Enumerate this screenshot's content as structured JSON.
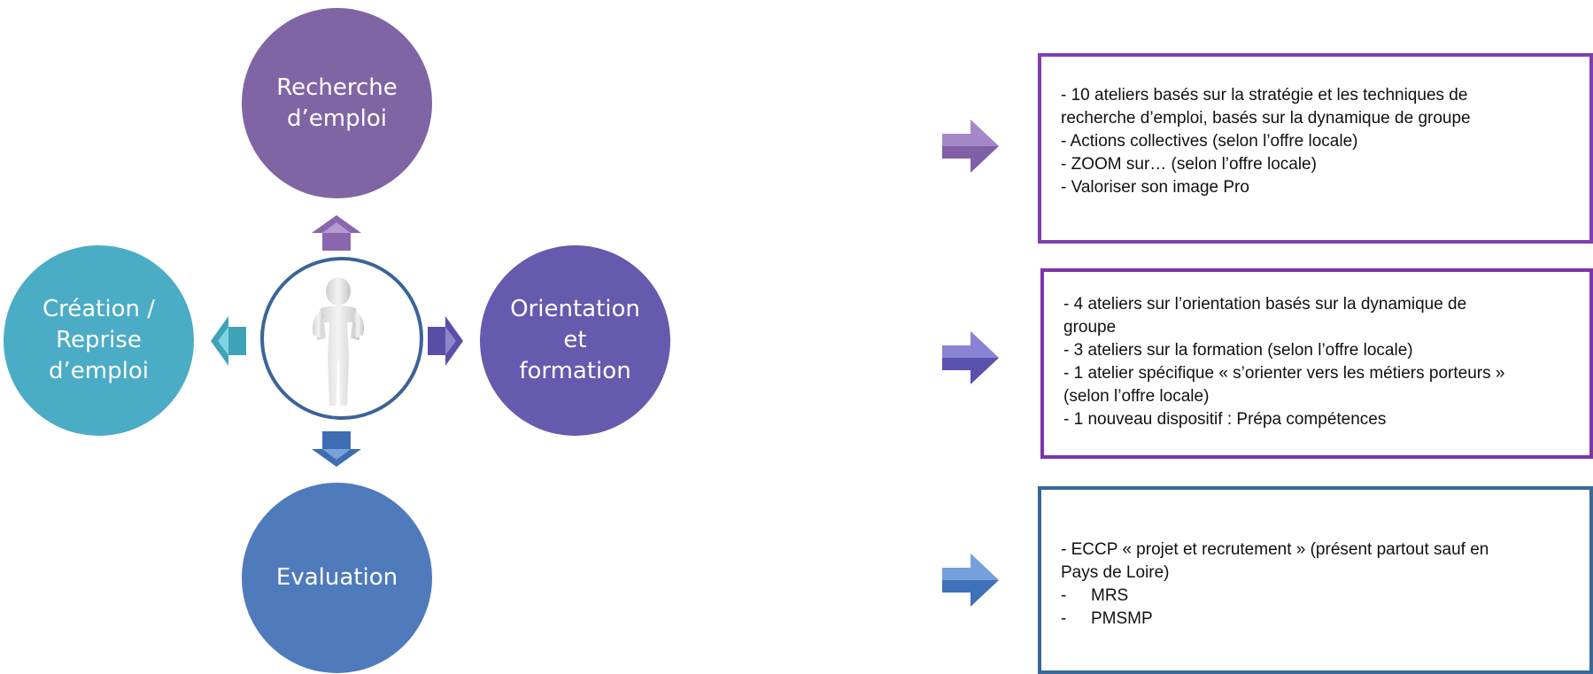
{
  "diagram": {
    "circles": {
      "recherche": {
        "label": "Recherche\nd’emploi",
        "color": "#8065a4"
      },
      "creation": {
        "label": "Création /\nReprise\nd’emploi",
        "color": "#4bacc6"
      },
      "orientation": {
        "label": "Orientation\net\nformation",
        "color": "#655aad"
      },
      "evaluation": {
        "label": "Evaluation",
        "color": "#4f7bbc"
      }
    },
    "center_ring_color": "#3b6497",
    "center_figure": "person-figure-icon"
  },
  "panels": [
    {
      "border_color": "#7f3fae",
      "arrow_color": "#7f5fa6",
      "lines": [
        "- 10 ateliers basés sur la stratégie et les techniques de",
        "recherche d’emploi, basés sur la dynamique de groupe",
        "- Actions collectives (selon l’offre locale)",
        "- ZOOM sur… (selon l’offre locale)",
        "- Valoriser son image Pro"
      ]
    },
    {
      "border_color": "#7b35a8",
      "arrow_color": "#6457ad",
      "lines": [
        "- 4 ateliers sur l’orientation basés sur la dynamique de",
        "groupe",
        "- 3 ateliers sur la formation (selon l’offre locale)",
        "- 1 atelier spécifique « s’orienter vers les métiers porteurs »",
        "(selon l’offre  locale)",
        "- 1 nouveau dispositif : Prépa compétences"
      ]
    },
    {
      "border_color": "#3a6899",
      "arrow_color": "#4a7cc0",
      "lines": [
        "- ECCP « projet et recrutement » (présent partout sauf en",
        "Pays de Loire)"
      ],
      "bullets": [
        {
          "dash": "-",
          "text": "MRS"
        },
        {
          "dash": "-",
          "text": "PMSMP"
        }
      ]
    }
  ]
}
